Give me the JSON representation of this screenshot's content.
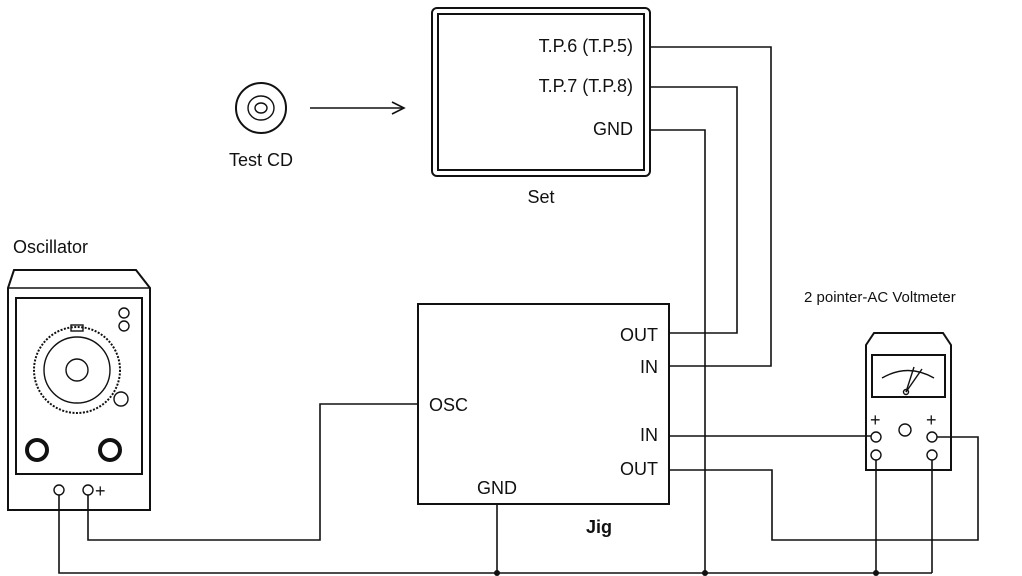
{
  "set": {
    "caption": "Set",
    "tp_a": "T.P.6 (T.P.5)",
    "tp_b": "T.P.7 (T.P.8)",
    "gnd": "GND"
  },
  "test_cd": {
    "caption": "Test CD"
  },
  "oscillator": {
    "caption": "Oscillator",
    "plus": "+"
  },
  "jig": {
    "title": "Jig",
    "out_top": "OUT",
    "in_top": "IN",
    "osc": "OSC",
    "in_bottom": "IN",
    "out_bottom": "OUT",
    "gnd": "GND"
  },
  "voltmeter": {
    "caption": "2 pointer-AC Voltmeter",
    "plus": "+"
  }
}
